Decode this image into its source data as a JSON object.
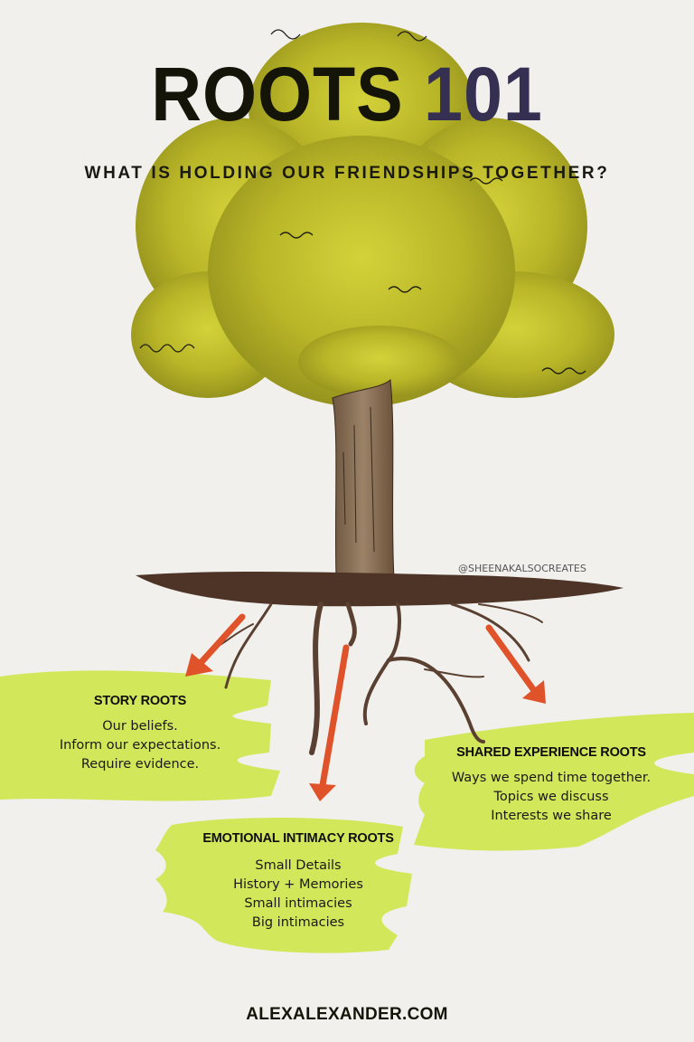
{
  "header": {
    "title_word1": "ROOTS",
    "title_word2": "101",
    "subtitle": "WHAT IS HOLDING OUR FRIENDSHIPS TOGETHER?"
  },
  "illustration": {
    "credit": "@SHEENAKALSOCREATES",
    "icons": [
      "tree-icon",
      "roots-icon",
      "arrow-down-left-icon",
      "arrow-down-icon",
      "arrow-down-right-icon"
    ]
  },
  "colors": {
    "background": "#f1f0ed",
    "title_dark": "#141409",
    "title_accent": "#352f52",
    "highlight_green": "#d2e85a",
    "arrow_orange": "#e0522a",
    "foliage": "#b8b52a",
    "trunk": "#8a6f52",
    "soil": "#4d3426"
  },
  "sections": [
    {
      "id": "story",
      "heading": "STORY ROOTS",
      "lines": [
        "Our beliefs.",
        "Inform our expectations.",
        "Require evidence."
      ]
    },
    {
      "id": "shared",
      "heading": "SHARED EXPERIENCE ROOTS",
      "lines": [
        "Ways we spend time together.",
        "Topics we discuss",
        "Interests we share"
      ]
    },
    {
      "id": "emotional",
      "heading": "EMOTIONAL INTIMACY ROOTS",
      "lines": [
        "Small Details",
        "History + Memories",
        "Small intimacies",
        "Big intimacies"
      ]
    }
  ],
  "footer": {
    "website": "ALEXALEXANDER.COM"
  }
}
